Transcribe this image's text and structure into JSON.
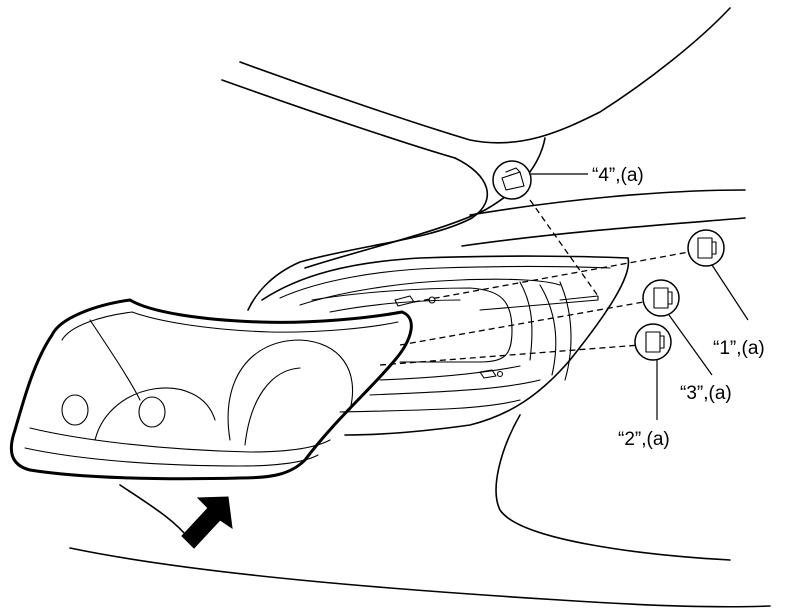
{
  "callouts": [
    {
      "id": "1",
      "text": "“1”,(a)"
    },
    {
      "id": "2",
      "text": "“2”,(a)"
    },
    {
      "id": "3",
      "text": "“3”,(a)"
    },
    {
      "id": "4",
      "text": "“4”,(a)"
    }
  ]
}
